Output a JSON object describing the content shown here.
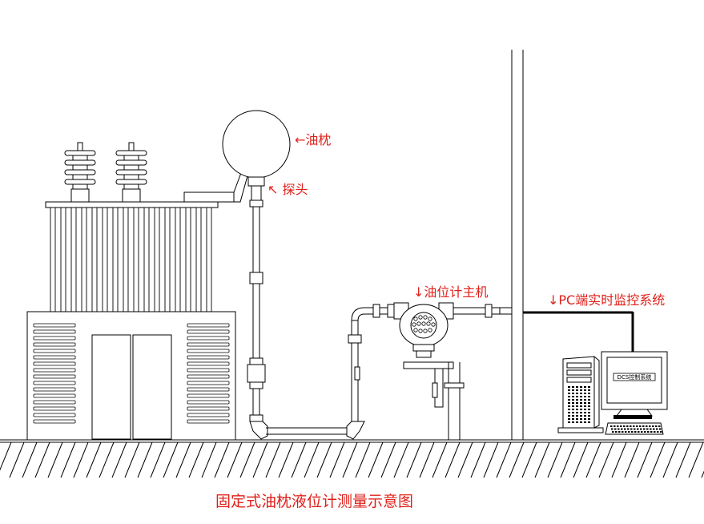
{
  "labels": {
    "conservator": "←油枕",
    "probe": "↖ 探头",
    "host": "↓油位计主机",
    "pc_system": "↓PC端实时监控系统",
    "monitor_screen": "DCS控制系统"
  },
  "title": "固定式油枕液位计测量示意图",
  "colors": {
    "label": "#e0201a",
    "line": "#000000",
    "background": "#ffffff"
  }
}
